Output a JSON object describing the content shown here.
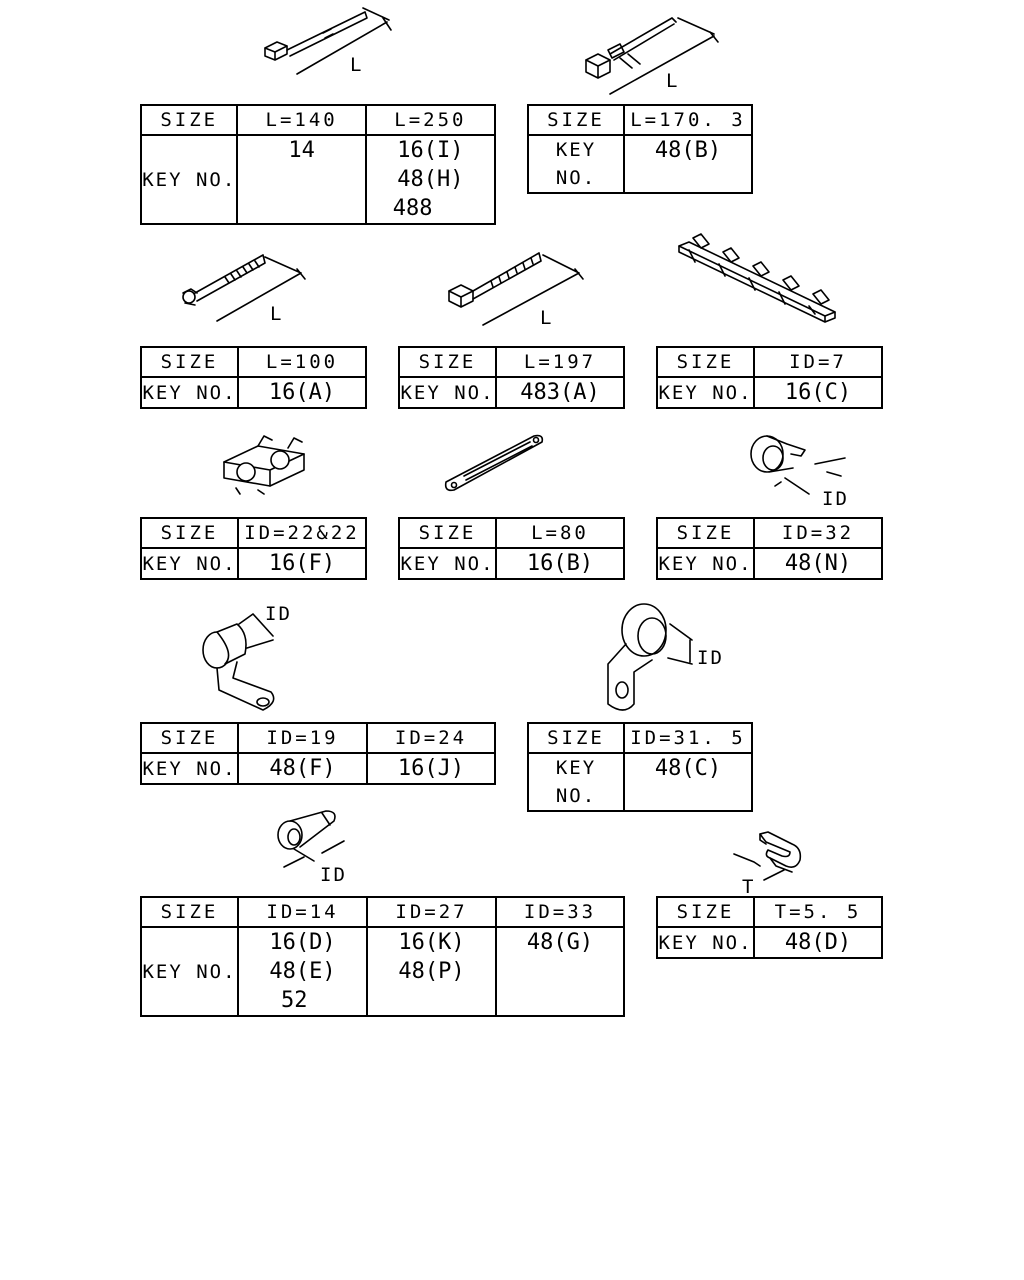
{
  "parts": [
    {
      "id": "tie-140-250",
      "dim_label": "L",
      "header": {
        "label": "SIZE",
        "cols": [
          "L=140",
          "L=250"
        ]
      },
      "key": {
        "label": "KEY NO.",
        "cols": [
          [
            "14"
          ],
          [
            "16(I)",
            "48(H)",
            "488"
          ]
        ]
      }
    },
    {
      "id": "clip-170",
      "dim_label": "L",
      "header": {
        "label": "SIZE",
        "cols": [
          "L=170. 3"
        ]
      },
      "key": {
        "label": "KEY NO.",
        "cols": [
          [
            "48(B)"
          ]
        ]
      }
    },
    {
      "id": "tie-100",
      "dim_label": "L",
      "header": {
        "label": "SIZE",
        "cols": [
          "L=100"
        ]
      },
      "key": {
        "label": "KEY NO.",
        "cols": [
          [
            "16(A)"
          ]
        ]
      }
    },
    {
      "id": "tie-197",
      "dim_label": "L",
      "header": {
        "label": "SIZE",
        "cols": [
          "L=197"
        ]
      },
      "key": {
        "label": "KEY NO.",
        "cols": [
          [
            "483(A)"
          ]
        ]
      }
    },
    {
      "id": "rack-7",
      "dim_label": "",
      "header": {
        "label": "SIZE",
        "cols": [
          "ID=7"
        ]
      },
      "key": {
        "label": "KEY NO.",
        "cols": [
          [
            "16(C)"
          ]
        ]
      }
    },
    {
      "id": "clip-22",
      "dim_label": "",
      "header": {
        "label": "SIZE",
        "cols": [
          "ID=22&22"
        ]
      },
      "key": {
        "label": "KEY NO.",
        "cols": [
          [
            "16(F)"
          ]
        ]
      }
    },
    {
      "id": "strap-80",
      "dim_label": "",
      "header": {
        "label": "SIZE",
        "cols": [
          "L=80"
        ]
      },
      "key": {
        "label": "KEY NO.",
        "cols": [
          [
            "16(B)"
          ]
        ]
      }
    },
    {
      "id": "clamp-32",
      "dim_label": "ID",
      "header": {
        "label": "SIZE",
        "cols": [
          "ID=32"
        ]
      },
      "key": {
        "label": "KEY NO.",
        "cols": [
          [
            "48(N)"
          ]
        ]
      }
    },
    {
      "id": "clamp-19-24",
      "dim_label": "ID",
      "header": {
        "label": "SIZE",
        "cols": [
          "ID=19",
          "ID=24"
        ]
      },
      "key": {
        "label": "KEY NO.",
        "cols": [
          [
            "48(F)"
          ],
          [
            "16(J)"
          ]
        ]
      }
    },
    {
      "id": "clamp-31",
      "dim_label": "ID",
      "header": {
        "label": "SIZE",
        "cols": [
          "ID=31. 5"
        ]
      },
      "key": {
        "label": "KEY NO.",
        "cols": [
          [
            "48(C)"
          ]
        ]
      }
    },
    {
      "id": "clamp-14-27-33",
      "dim_label": "ID",
      "header": {
        "label": "SIZE",
        "cols": [
          "ID=14",
          "ID=27",
          "ID=33"
        ]
      },
      "key": {
        "label": "KEY NO.",
        "cols": [
          [
            "16(D)",
            "48(E)",
            "52"
          ],
          [
            "16(K)",
            "48(P)"
          ],
          [
            "48(G)"
          ]
        ]
      }
    },
    {
      "id": "clip-5",
      "dim_label": "T",
      "header": {
        "label": "SIZE",
        "cols": [
          "T=5. 5"
        ]
      },
      "key": {
        "label": "KEY NO.",
        "cols": [
          [
            "48(D)"
          ]
        ]
      }
    }
  ]
}
